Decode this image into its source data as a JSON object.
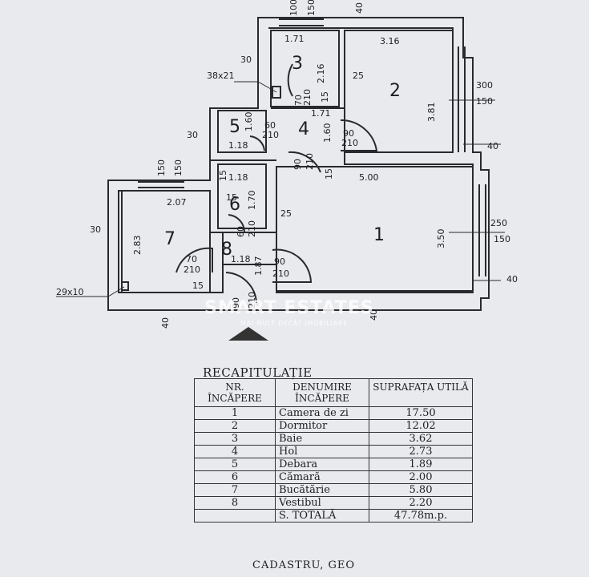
{
  "plan": {
    "rooms": [
      {
        "id": "1",
        "name": "room-1"
      },
      {
        "id": "2",
        "name": "room-2"
      },
      {
        "id": "3",
        "name": "room-3"
      },
      {
        "id": "4",
        "name": "room-4"
      },
      {
        "id": "5",
        "name": "room-5"
      },
      {
        "id": "6",
        "name": "room-6"
      },
      {
        "id": "7",
        "name": "room-7"
      },
      {
        "id": "8",
        "name": "room-8"
      }
    ],
    "dims": {
      "d100": "100",
      "d150a": "150",
      "d40a": "40",
      "d171": "1.71",
      "d316": "3.16",
      "d30a": "30",
      "d216": "2.16",
      "d25a": "25",
      "d3821": "38x21",
      "d300": "300",
      "d150b": "150",
      "d381": "3.81",
      "d70a": "70",
      "d210a": "210",
      "d171b": "1.71",
      "d15a": "15",
      "d160a": "1.60",
      "d60a": "60",
      "d210b": "210",
      "d160b": "1.60",
      "d90a": "90",
      "d210c": "210",
      "d30b": "30",
      "d118a": "1.18",
      "d40b": "40",
      "d150c": "150",
      "d150d": "150",
      "d90b": "90",
      "d210d": "210",
      "d15b": "15",
      "d500": "5.00",
      "d118b": "1.18",
      "d15c": "15",
      "d15d": "15",
      "d170": "1.70",
      "d25b": "25",
      "d207": "2.07",
      "d60b": "60",
      "d210e": "210",
      "d30c": "30",
      "d283": "2.83",
      "d350": "3.50",
      "d250": "250",
      "d150e": "150",
      "d70b": "70",
      "d118c": "1.18",
      "d187": "1.87",
      "d90c": "90",
      "d210f": "210",
      "d210g": "210",
      "d29x10": "29x10",
      "d15e": "15",
      "d40c": "40",
      "d90d": "90",
      "d210h": "210",
      "d40d": "40",
      "d40e": "40"
    }
  },
  "watermark": {
    "brand": "SMART ESTATES",
    "tagline": "MAI MULT DECÂT IMOBILIARE"
  },
  "recap": {
    "title": "RECAPITULAȚIE",
    "headers": {
      "nr": "NR. ÎNCĂPERE",
      "denumire": "DENUMIRE ÎNCĂPERE",
      "suprafata": "SUPRAFAȚA UTILĂ"
    },
    "rows": [
      {
        "nr": "1",
        "name": "Camera de zi",
        "area": "17.50"
      },
      {
        "nr": "2",
        "name": "Dormitor",
        "area": "12.02"
      },
      {
        "nr": "3",
        "name": "Baie",
        "area": "3.62"
      },
      {
        "nr": "4",
        "name": "Hol",
        "area": "2.73"
      },
      {
        "nr": "5",
        "name": "Debara",
        "area": "1.89"
      },
      {
        "nr": "6",
        "name": "Cămară",
        "area": "2.00"
      },
      {
        "nr": "7",
        "name": "Bucătărie",
        "area": "5.80"
      },
      {
        "nr": "8",
        "name": "Vestibul",
        "area": "2.20"
      }
    ],
    "total_label": "S. TOTALĂ",
    "total_value": "47.78m.p."
  },
  "stamp_text": "CADASTRU, GEO"
}
